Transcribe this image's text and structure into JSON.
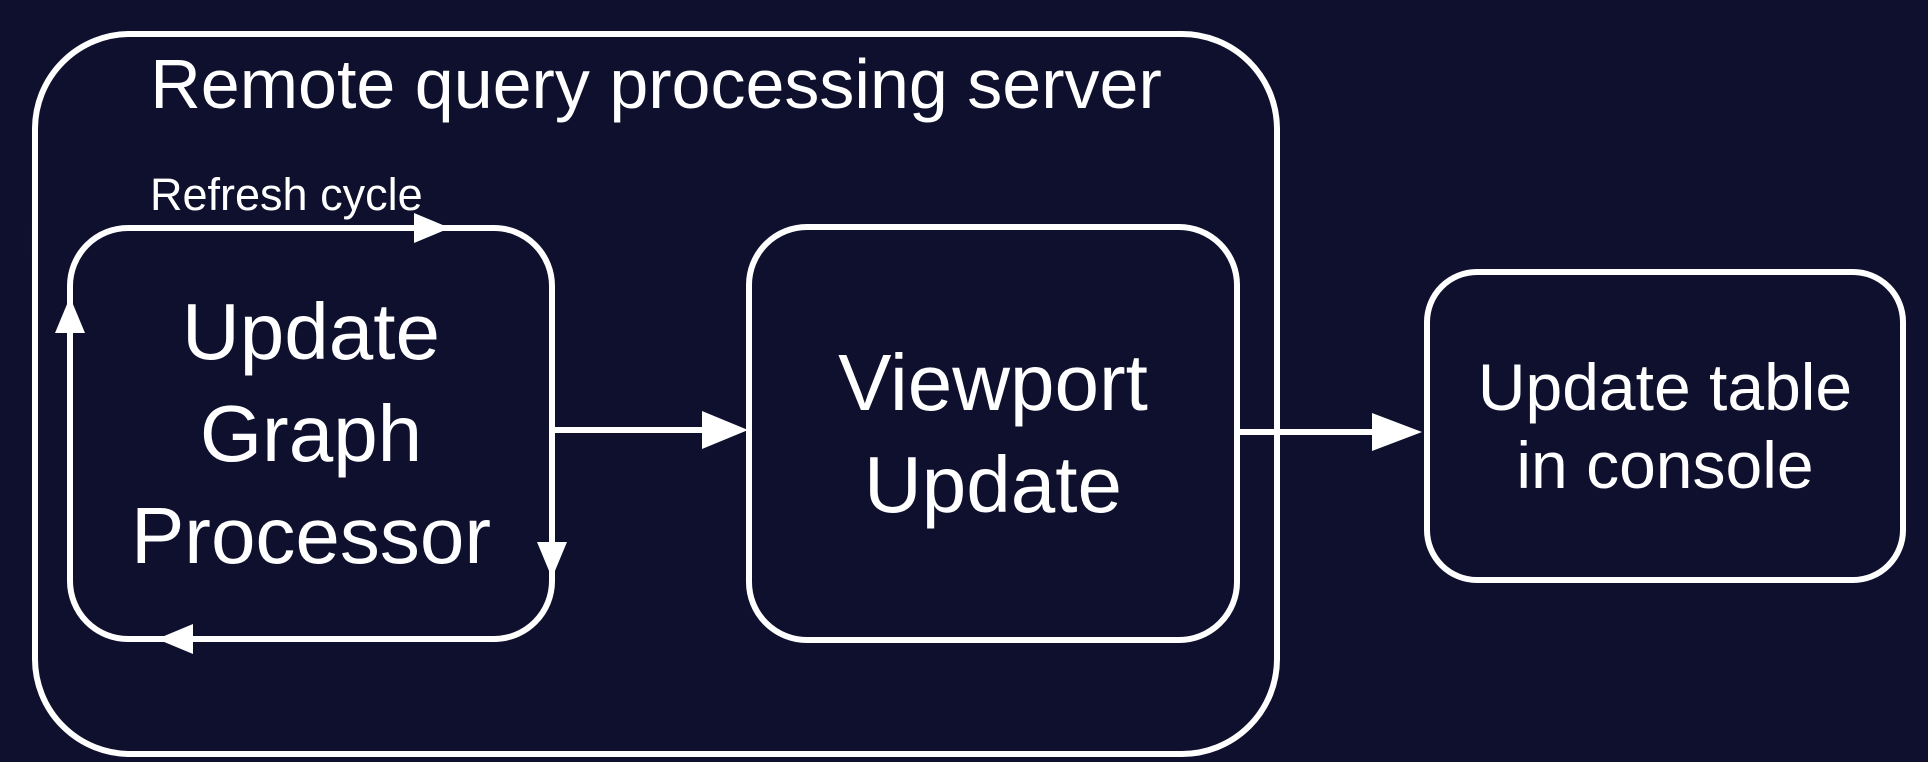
{
  "colors": {
    "background": "#0e102e",
    "stroke": "#ffffff",
    "text": "#ffffff"
  },
  "diagram": {
    "type": "flow-diagram",
    "container": {
      "title": "Remote query processing server"
    },
    "refresh_cycle_label": "Refresh cycle",
    "nodes": {
      "update_graph_processor": {
        "lines": [
          "Update",
          "Graph",
          "Processor"
        ],
        "full_label": "Update Graph Processor",
        "inside_container": true,
        "has_self_loop": true
      },
      "viewport_update": {
        "lines": [
          "Viewport",
          "Update"
        ],
        "full_label": "Viewport Update",
        "inside_container": true
      },
      "update_table_in_console": {
        "lines": [
          "Update table",
          "in console"
        ],
        "full_label": "Update table in console",
        "inside_container": false
      }
    },
    "edges": [
      {
        "from": "update_graph_processor",
        "to": "update_graph_processor",
        "label": "Refresh cycle",
        "style": "self-loop-around-border"
      },
      {
        "from": "update_graph_processor",
        "to": "viewport_update",
        "label": ""
      },
      {
        "from": "viewport_update",
        "to": "update_table_in_console",
        "label": ""
      }
    ]
  }
}
